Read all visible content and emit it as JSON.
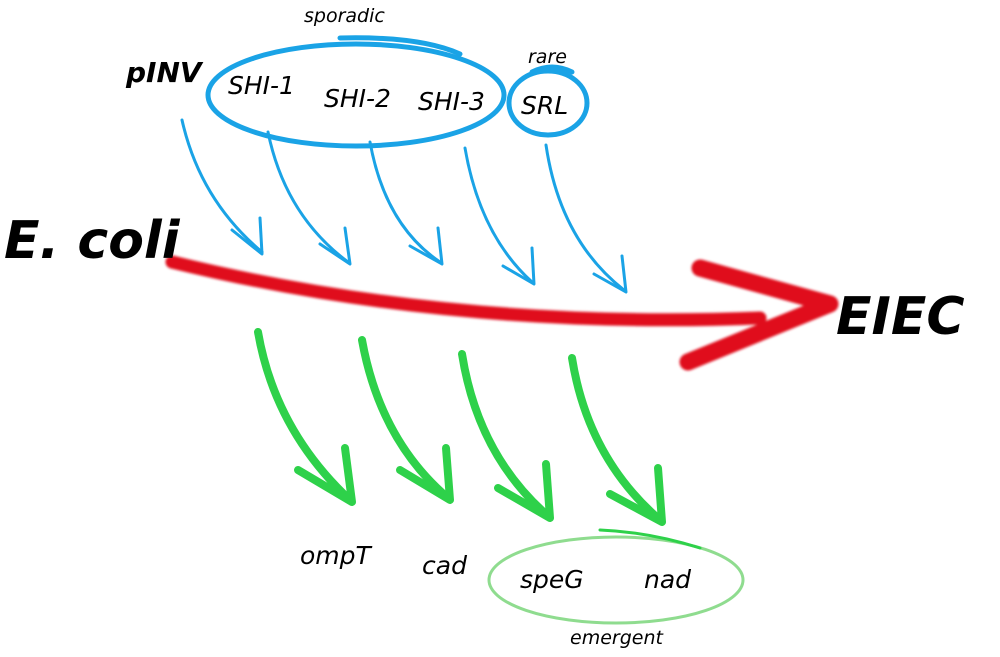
{
  "colors": {
    "background": "#ffffff",
    "blue": "#1aa3e6",
    "red": "#e0101a",
    "green": "#2ed14a",
    "green_light": "#8fdc8f",
    "text": "#000000"
  },
  "source": {
    "label": "E. coli"
  },
  "target": {
    "label": "EIEC"
  },
  "acquired": {
    "plasmid": "pINV",
    "islands": [
      "SHI-1",
      "SHI-2",
      "SHI-3"
    ],
    "srl": "SRL",
    "sporadic_note": "sporadic",
    "rare_note": "rare"
  },
  "lost": {
    "genes": [
      "ompT",
      "cad",
      "speG",
      "nad"
    ],
    "emergent_note": "emergent"
  }
}
